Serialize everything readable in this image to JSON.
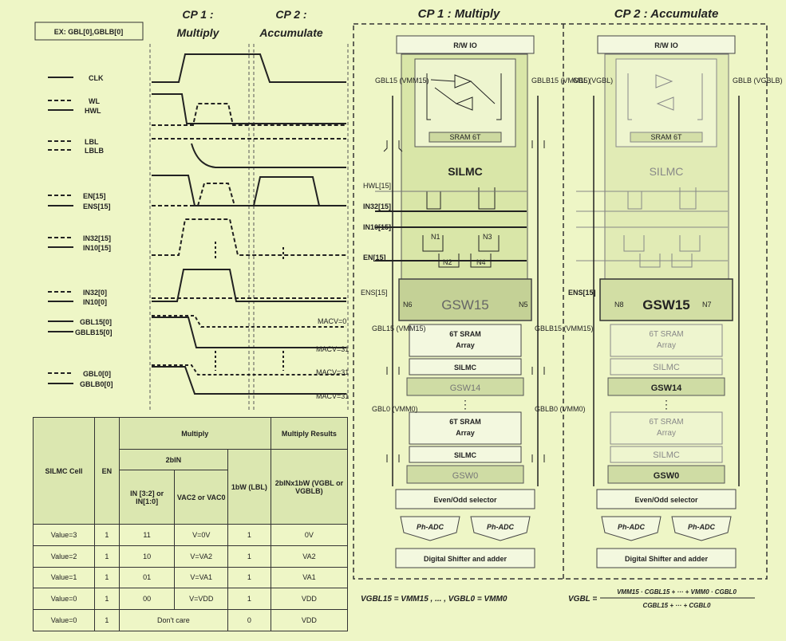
{
  "timing": {
    "ex_label": "EX: GBL[0],GBLB[0]",
    "cp1_line1": "CP 1 :",
    "cp1_line2": "Multiply",
    "cp2_line1": "CP 2 :",
    "cp2_line2": "Accumulate",
    "signals": [
      {
        "a": "CLK",
        "b": ""
      },
      {
        "a": "WL",
        "b": "HWL"
      },
      {
        "a": "LBL",
        "b": "LBLB"
      },
      {
        "a": "EN[15]",
        "b": "ENS[15]"
      },
      {
        "a": "IN32[15]",
        "b": "IN10[15]"
      },
      {
        "a": "IN32[0]",
        "b": "IN10[0]"
      },
      {
        "a": "GBL15[0]",
        "b": "GBLB15[0]"
      },
      {
        "a": "GBL0[0]",
        "b": "GBLB0[0]"
      }
    ],
    "annotations": [
      "MACV=0",
      "MACV=31",
      "MACV=31",
      "MACV=31"
    ]
  },
  "table": {
    "h_cell": "SILMC Cell",
    "h_en": "EN",
    "h_multiply": "Multiply",
    "h_results": "Multiply Results",
    "h_2bin": "2bIN",
    "h_in": "IN [3:2] or IN[1:0]",
    "h_v": "VAC2 or VAC0",
    "h_1bw": "1bW (LBL)",
    "h_out": "2bINx1bW (VGBL or VGBLB)",
    "rows": [
      {
        "cell": "Value=3",
        "en": "1",
        "in": "11",
        "v": "V=0V",
        "w": "1",
        "out": "0V"
      },
      {
        "cell": "Value=2",
        "en": "1",
        "in": "10",
        "v": "V=VA2",
        "w": "1",
        "out": "VA2"
      },
      {
        "cell": "Value=1",
        "en": "1",
        "in": "01",
        "v": "V=VA1",
        "w": "1",
        "out": "VA1"
      },
      {
        "cell": "Value=0",
        "en": "1",
        "in": "00",
        "v": "V=VDD",
        "w": "1",
        "out": "VDD"
      },
      {
        "cell": "Value=0",
        "en": "1",
        "dc": "Don't care",
        "w": "0",
        "out": "VDD"
      }
    ]
  },
  "arch": {
    "cp1_title": "CP 1 : Multiply",
    "cp2_title": "CP 2 : Accumulate",
    "rwio": "R/W IO",
    "sram6t": "SRAM 6T",
    "silmc": "SILMC",
    "gsw15": "GSW15",
    "gsw14": "GSW14",
    "gsw0": "GSW0",
    "sram_array_1": "6T SRAM",
    "sram_array_2": "Array",
    "even_odd": "Even/Odd selector",
    "adc": "Ph-ADC",
    "shifter": "Digital Shifter and adder",
    "gbl15_l": "GBL15 (VMM15)",
    "gblb15_l": "GBLB15 (VMM15)",
    "gbl15_2": "GBL15 (VMM15)",
    "gblb15_2": "GBLB15 (VMM15)",
    "gbl0_l": "GBL0 (VMM0)",
    "gblb0_l": "GBLB0 (VMM0)",
    "gbl_c2": "GBL (VGBL)",
    "gblb_c2": "GBLB (VGBLB)",
    "hwl": "HWL[15]",
    "in32": "IN32[15]",
    "in10": "IN10[15]",
    "en15": "EN[15]",
    "ens15": "ENS[15]",
    "n1": "N1",
    "n2": "N2",
    "n3": "N3",
    "n4": "N4",
    "n5": "N5",
    "n6": "N6",
    "n7": "N7",
    "n8": "N8"
  },
  "formula": {
    "f1": "VGBL15 = VMM15 , ... , VGBL0 = VMM0",
    "f2_lhs": "VGBL =",
    "f2_num": "VMM15 · CGBL15 + ··· + VMM0 · CGBL0",
    "f2_den": "CGBL15 + ··· + CGBL0"
  }
}
